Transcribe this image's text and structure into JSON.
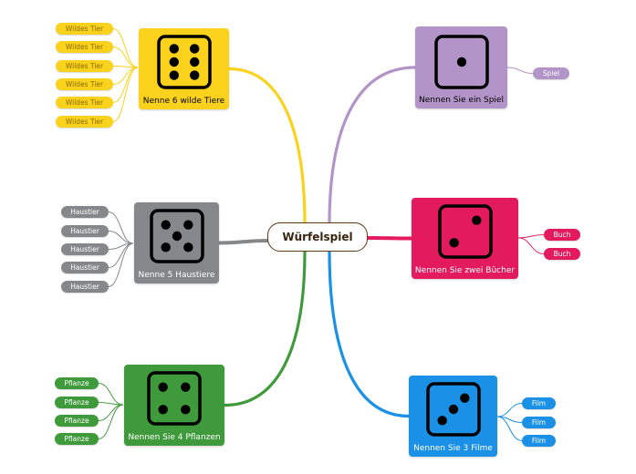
{
  "center": {
    "title": "Würfelspiel",
    "color": "#5c3a12"
  },
  "topics": [
    {
      "key": "tiere",
      "label": "Nenne 6 wilde Tiere",
      "color": "#fad21c",
      "dark": true,
      "dots": 6,
      "children": [
        "Wildes Tier",
        "Wildes Tier",
        "Wildes Tier",
        "Wildes Tier",
        "Wildes Tier",
        "Wildes Tier"
      ],
      "pill_text_color": "#8a6d00"
    },
    {
      "key": "spiel",
      "label": "Nennen Sie ein Spiel",
      "color": "#b394c8",
      "dark": true,
      "dots": 1,
      "children": [
        "Spiel"
      ],
      "pill_text_color": "#ffffff"
    },
    {
      "key": "haustiere",
      "label": "Nenne 5 Haustiere",
      "color": "#85878a",
      "dark": false,
      "dots": 5,
      "children": [
        "Haustier",
        "Haustier",
        "Haustier",
        "Haustier",
        "Haustier"
      ],
      "pill_text_color": "#ffffff"
    },
    {
      "key": "buecher",
      "label": "Nennen Sie zwei Bücher",
      "color": "#e31a5e",
      "dark": false,
      "dots": 2,
      "children": [
        "Buch",
        "Buch"
      ],
      "pill_text_color": "#ffffff"
    },
    {
      "key": "pflanzen",
      "label": "Nennen Sie 4 Pflanzen",
      "color": "#3f9a3b",
      "dark": false,
      "dots": 4,
      "children": [
        "Pflanze",
        "Pflanze",
        "Pflanze",
        "Pflanze"
      ],
      "pill_text_color": "#ffffff"
    },
    {
      "key": "filme",
      "label": "Nennen Sie 3 Filme",
      "color": "#1a90e6",
      "dark": false,
      "dots": 3,
      "children": [
        "Film",
        "Film",
        "Film"
      ],
      "pill_text_color": "#ffffff"
    }
  ]
}
